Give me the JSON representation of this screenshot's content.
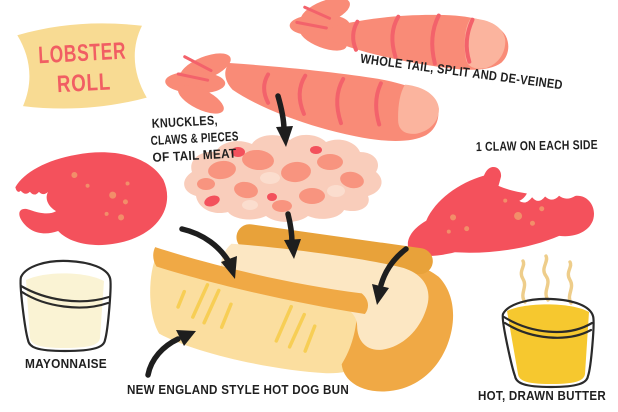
{
  "badge": {
    "line1": "LOBSTER",
    "line2": "ROLL"
  },
  "annotations": {
    "whole_tail": "WHOLE TAIL, SPLIT AND DE-VEINED",
    "knuckles": [
      "KNUCKLES,",
      "CLAWS & PIECES",
      "OF TAIL MEAT"
    ],
    "claw_side": "1 CLAW ON EACH SIDE",
    "mayonnaise": "MAYONNAISE",
    "bun": "NEW ENGLAND STYLE HOT DOG BUN",
    "butter": "HOT, DRAWN BUTTER"
  },
  "colors": {
    "background": "#FFFFFF",
    "badge_fill": "#F8DB93",
    "badge_text": "#F15E63",
    "lobster_red": "#F4515C",
    "claw_spot": "#F2996C",
    "tail_salmon": "#F98B77",
    "tail_stripe": "#F3626B",
    "tail_meat_light": "#FBB49E",
    "meat_base": "#F9CDBB",
    "meat_chunk": "#F8947F",
    "meat_red": "#F3515C",
    "meat_highlight": "#FBDDCE",
    "bun_crust": "#F0A945",
    "bun_crust_dark": "#E8A23A",
    "bun_interior": "#FCE7C3",
    "bun_face": "#FBDE9F",
    "bun_score_line": "#F7CE55",
    "mayo": "#FAF3D4",
    "butter": "#F6C82F",
    "steam": "#EECD8A",
    "arrow_ink": "#1E1E1E",
    "cup_outline": "#2A2A2A"
  }
}
